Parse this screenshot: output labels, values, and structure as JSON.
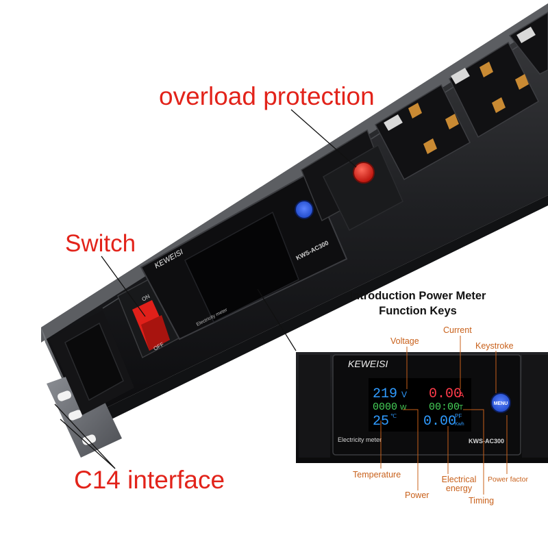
{
  "callouts": {
    "overload_protection": "overload protection",
    "switch": "Switch",
    "c14_interface": "C14 interface"
  },
  "device": {
    "brand": "KEWEISI",
    "model": "KWS-AC300",
    "meter_caption": "Electricity meter",
    "menu_label": "MENU",
    "switch_on": "ON",
    "switch_off": "OFF"
  },
  "inset": {
    "title_line1": "Introduction Power Meter",
    "title_line2": "Function Keys",
    "labels": {
      "voltage": "Voltage",
      "current": "Current",
      "keystroke": "Keystroke",
      "temperature": "Temperature",
      "power": "Power",
      "electrical_energy": "Electrical energy",
      "timing": "Timing",
      "power_factor": "Power factor"
    },
    "readings": {
      "voltage_value": "219",
      "voltage_unit": "V",
      "current_value": "0.00",
      "current_unit": "A",
      "power_value": "0000",
      "power_unit": "W",
      "timing_value": "00:00",
      "timing_unit": "T",
      "temperature_value": "25",
      "temperature_unit": "℃",
      "energy_value": "0.00",
      "pf_unit": "PF",
      "energy_unit": "Kwh"
    }
  },
  "colors": {
    "callout_red": "#e2231a",
    "label_orange": "#c8601a",
    "lcd_blue": "#2f9bff",
    "lcd_green": "#46d35a",
    "lcd_red": "#ff3b4a",
    "menu_blue": "#1f49c9",
    "indicator_red": "#e0211b"
  }
}
